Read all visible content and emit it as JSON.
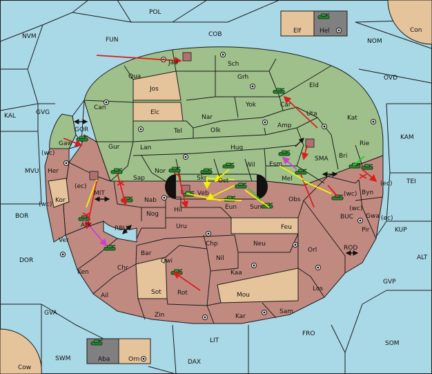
{
  "colors": {
    "sea": "#a9d8e6",
    "green_power": "#9fc08a",
    "red_power": "#c18a80",
    "neutral": "#e6c49b",
    "grey": "#808080",
    "order_red": "#d62020",
    "order_yellow": "#f3f300",
    "order_magenta": "#d23cd2",
    "order_green": "#26c926"
  },
  "labels": {
    "POL": "POL",
    "COB": "COB",
    "FUN": "FUN",
    "NVM": "NVM",
    "NOM": "NOM",
    "Con": "Con",
    "OVD": "OVD",
    "KAL": "KAL",
    "GVG": "GVG",
    "KAM": "KAM",
    "MVU": "MVU",
    "TEI": "TEI",
    "BOR": "BOR",
    "KUP": "KUP",
    "DOR": "DOR",
    "ALT": "ALT",
    "GVP": "GVP",
    "GVA": "GVA",
    "SOM": "SOM",
    "FRO": "FRO",
    "LIT": "LIT",
    "SWM": "SWM",
    "DAX": "DAX",
    "Cow": "Cow",
    "Elf": "Elf",
    "Hel": "Hel",
    "Aba": "Aba",
    "Orn": "Orn",
    "GOR": "GOR",
    "MIT": "MIT",
    "RBU": "RBU",
    "SMA": "SMA",
    "BUC": "BUC",
    "ROD": "ROD",
    "Jad": "Jad",
    "Sch": "Sch",
    "Qua": "Qua",
    "Jos": "Jos",
    "Grh": "Grh",
    "Eld": "Eld",
    "Can": "Can",
    "Car": "Car",
    "Elc": "Elc",
    "Nar": "Nar",
    "Yok": "Yok",
    "Uta": "Uta",
    "Tel": "Tel",
    "Olk": "Olk",
    "Amp": "Amp",
    "Kat": "Kat",
    "Gaw": "Gaw",
    "Gur": "Gur",
    "Lan": "Lan",
    "Hug": "Hug",
    "Rie": "Rie",
    "Bri": "Bri",
    "Esm": "Esm",
    "Wil": "Wil",
    "Her": "Her",
    "Sap": "Sap",
    "Nor": "Nor",
    "Skr": "Skr",
    "Ost": "Ost",
    "Mel": "Mel",
    "Byn": "Byn",
    "Kor": "Kor",
    "Veb": "Veb",
    "Nab": "Nab",
    "Hil": "Hil",
    "Eun": "Eun",
    "Sun": "Sun",
    "Obs": "Obs",
    "Gwa": "Gwa",
    "Ark": "Ark",
    "Nog": "Nog",
    "Pir": "Pir",
    "Uru": "Uru",
    "Feu": "Feu",
    "Ver": "Ver",
    "Chp": "Chp",
    "Neu": "Neu",
    "Orl": "Orl",
    "Bar": "Bar",
    "Qwi": "Qwi",
    "Nil": "Nil",
    "Ken": "Ken",
    "Chr": "Chr",
    "Kaa": "Kaa",
    "Ail": "Ail",
    "Sot": "Sot",
    "Rot": "Rot",
    "Mou": "Mou",
    "Los": "Los",
    "Zin": "Zin",
    "Kar": "Kar",
    "Sam": "Sam",
    "wc": "(wc)",
    "ec": "(ec)"
  }
}
